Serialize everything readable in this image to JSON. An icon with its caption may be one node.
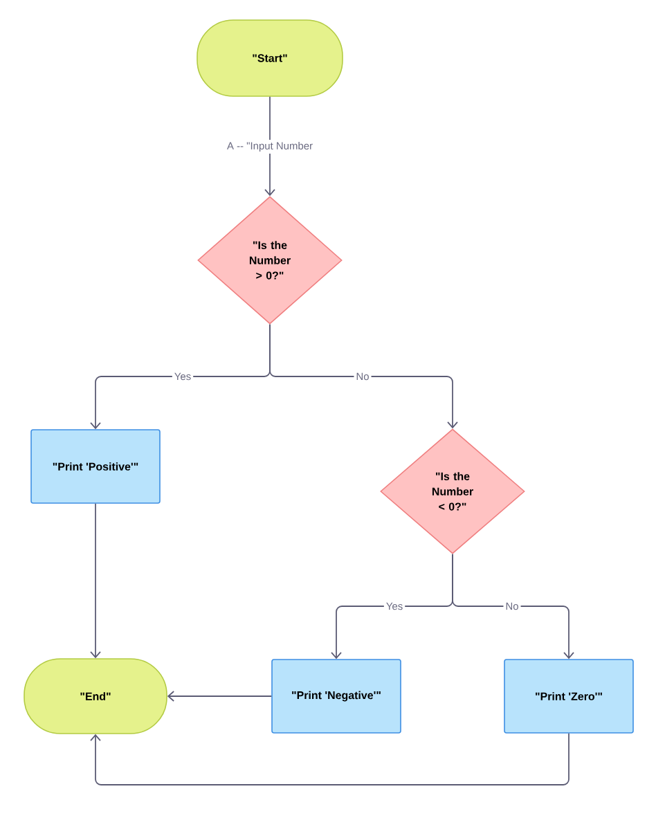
{
  "diagram": {
    "nodes": [
      {
        "text": [
          "\"Start\""
        ]
      },
      {
        "text": [
          "\"Is the Number > 0?\""
        ]
      },
      {
        "text": [
          "\"Print 'Positive'\""
        ]
      },
      {
        "text": [
          "\"Is the Number < 0?\""
        ]
      },
      {
        "text": [
          "\"End\""
        ]
      },
      {
        "text": [
          "\"Print 'Negative'\""
        ]
      },
      {
        "text": [
          "\"Print 'Zero'\""
        ]
      }
    ],
    "edges": [
      {
        "from": 0,
        "to": 1,
        "arrow": "to",
        "label": "A -- \"Input Number"
      },
      {
        "from": 1,
        "to": 2,
        "arrow": "to",
        "label": "Yes"
      },
      {
        "from": 1,
        "to": 3,
        "arrow": "to",
        "label": "No"
      },
      {
        "from": 2,
        "to": 4,
        "arrow": "to"
      },
      {
        "from": 3,
        "to": 5,
        "arrow": "to",
        "label": "Yes"
      },
      {
        "from": 3,
        "to": 6,
        "arrow": "to",
        "label": "No"
      },
      {
        "from": 5,
        "to": 4,
        "arrow": "to"
      },
      {
        "from": 6,
        "to": 4,
        "arrow": "to"
      }
    ]
  }
}
